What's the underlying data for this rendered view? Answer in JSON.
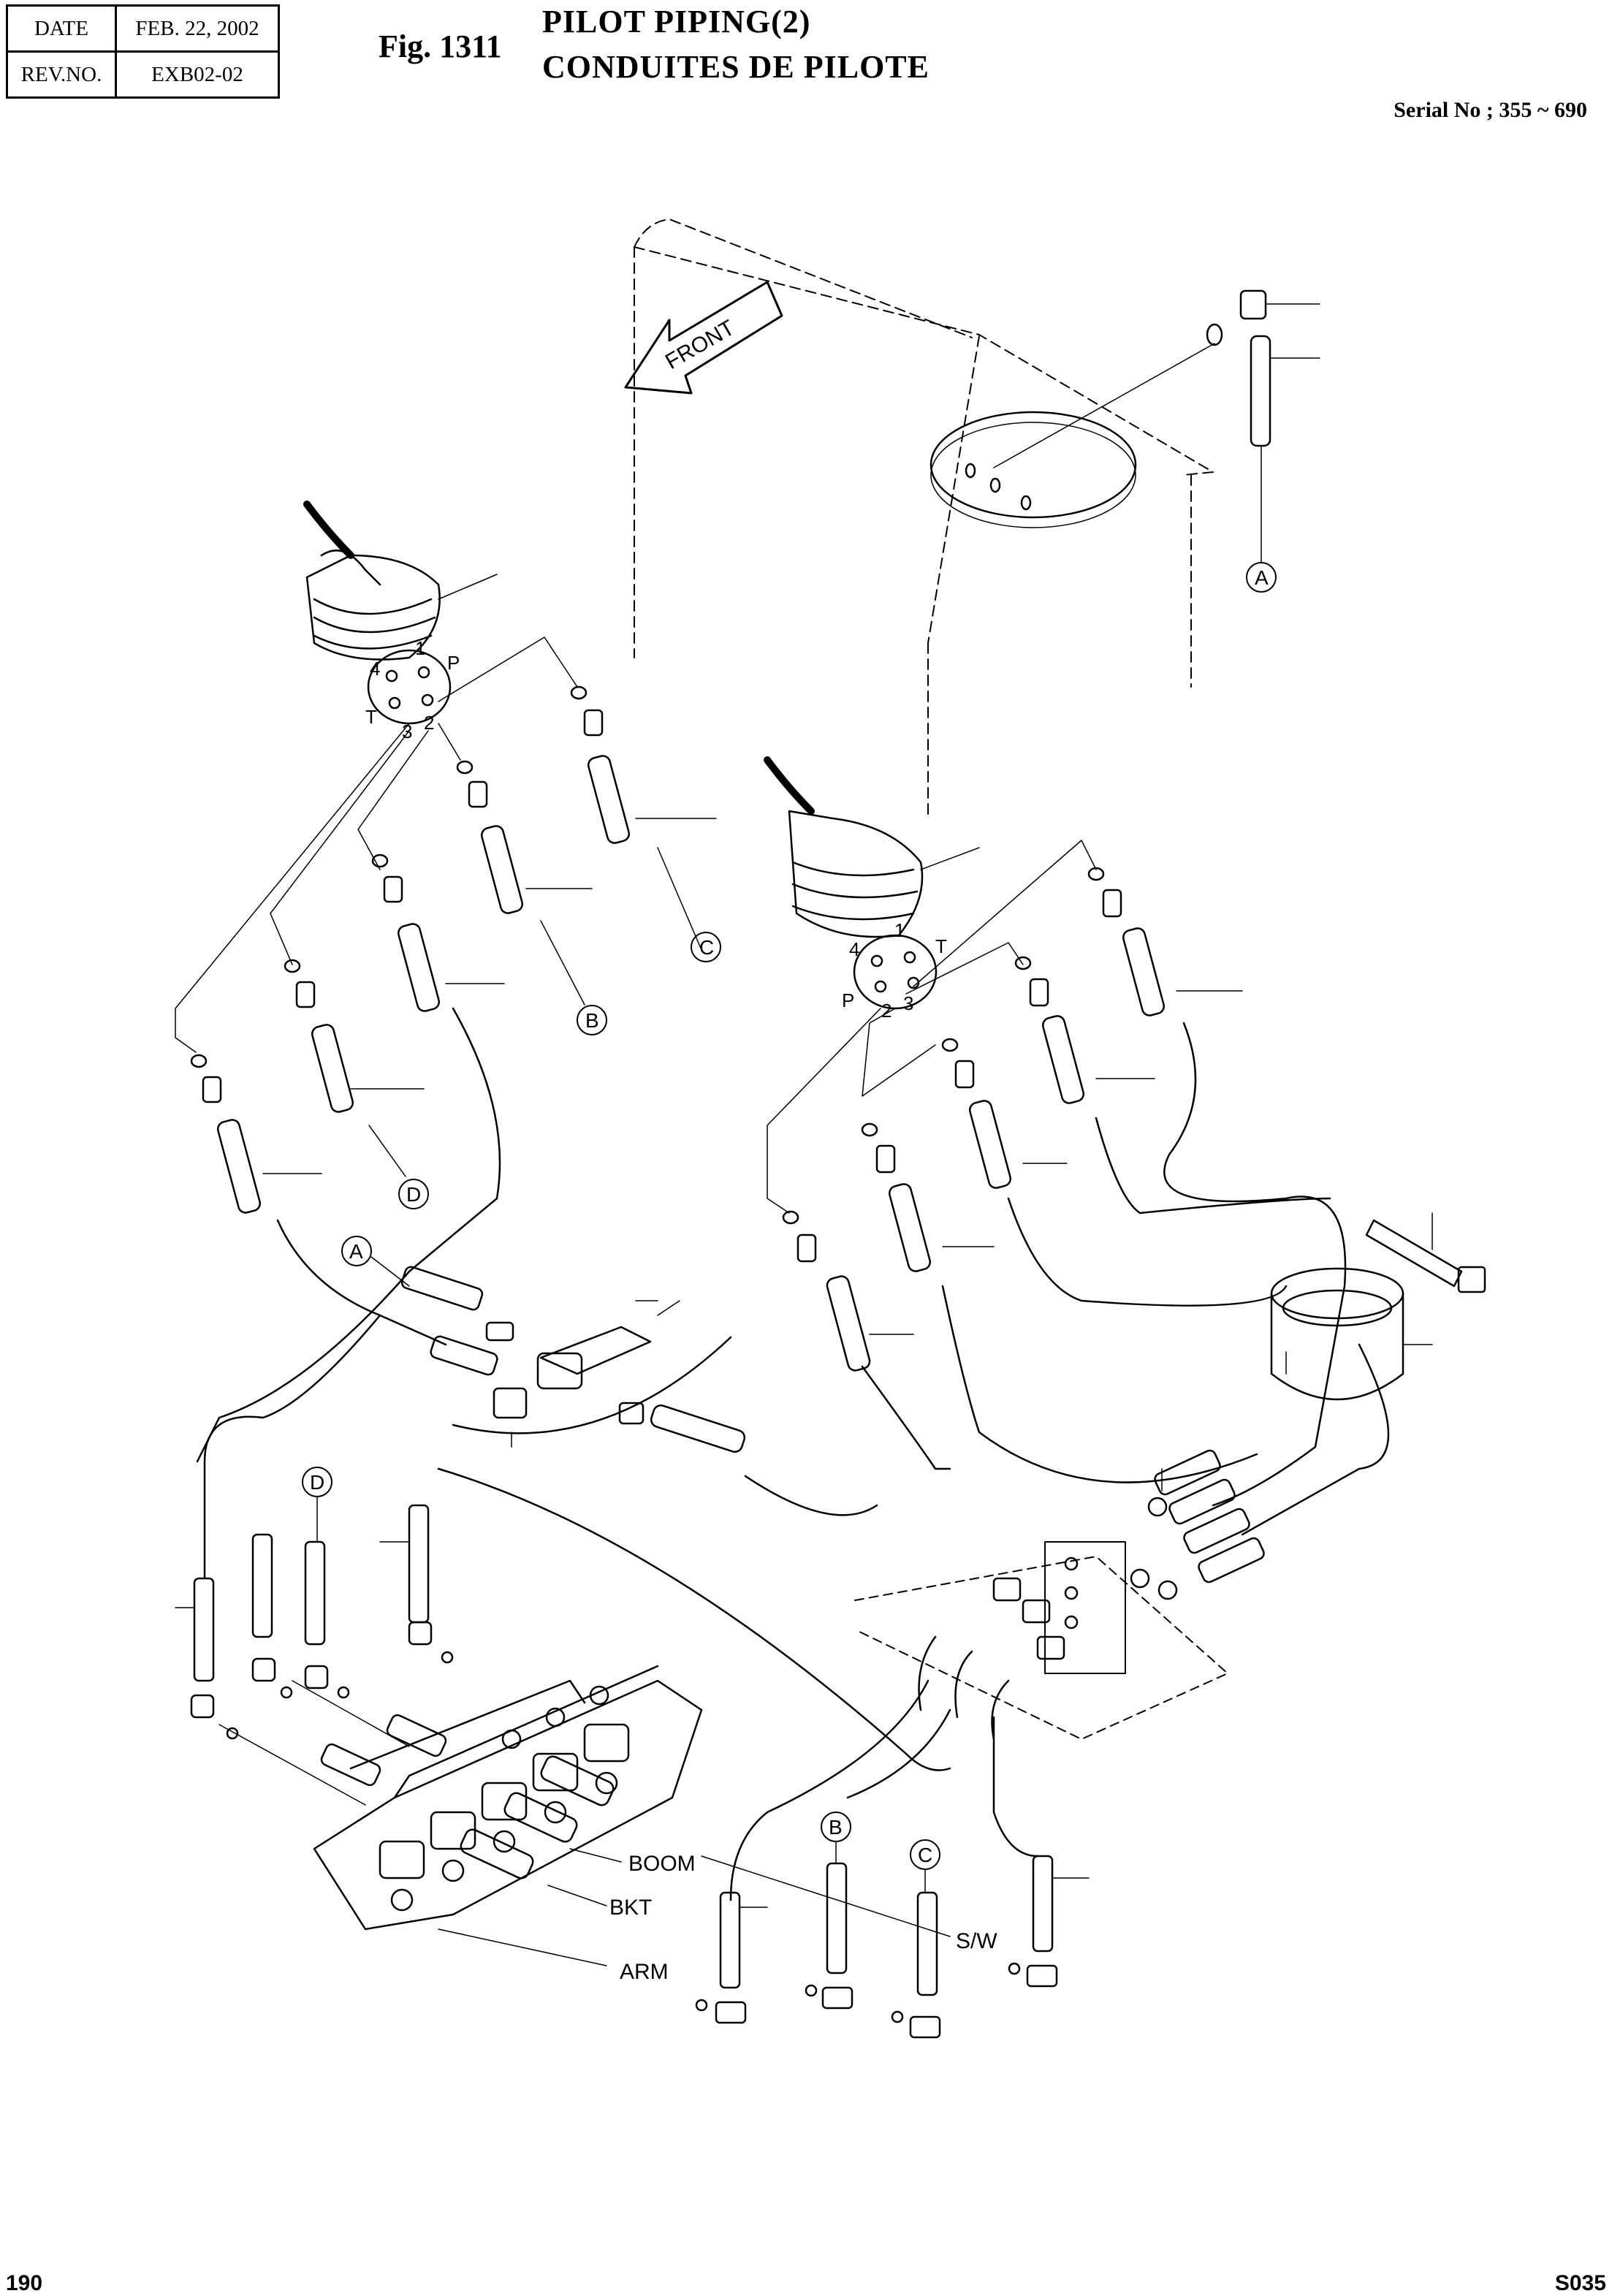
{
  "header": {
    "date_label": "DATE",
    "date_value": "FEB. 22, 2002",
    "rev_label": "REV.NO.",
    "rev_value": "EXB02-02"
  },
  "figure": {
    "number": "Fig. 1311",
    "title_en": "PILOT PIPING(2)",
    "title_fr": "CONDUITES DE PILOTE",
    "serial": "Serial No ; 355 ~ 690"
  },
  "diagram": {
    "front_arrow": "FRONT",
    "left_joystick_ports": [
      "1",
      "P",
      "4",
      "T",
      "3",
      "2"
    ],
    "right_joystick_ports": [
      "1",
      "T",
      "4",
      "P",
      "2",
      "3"
    ],
    "circle_refs": [
      "A",
      "B",
      "C",
      "D",
      "A",
      "D",
      "B",
      "C"
    ],
    "valve_labels": [
      "BOOM",
      "BKT",
      "S/W",
      "ARM"
    ]
  },
  "footer": {
    "page": "190",
    "code": "S035"
  }
}
